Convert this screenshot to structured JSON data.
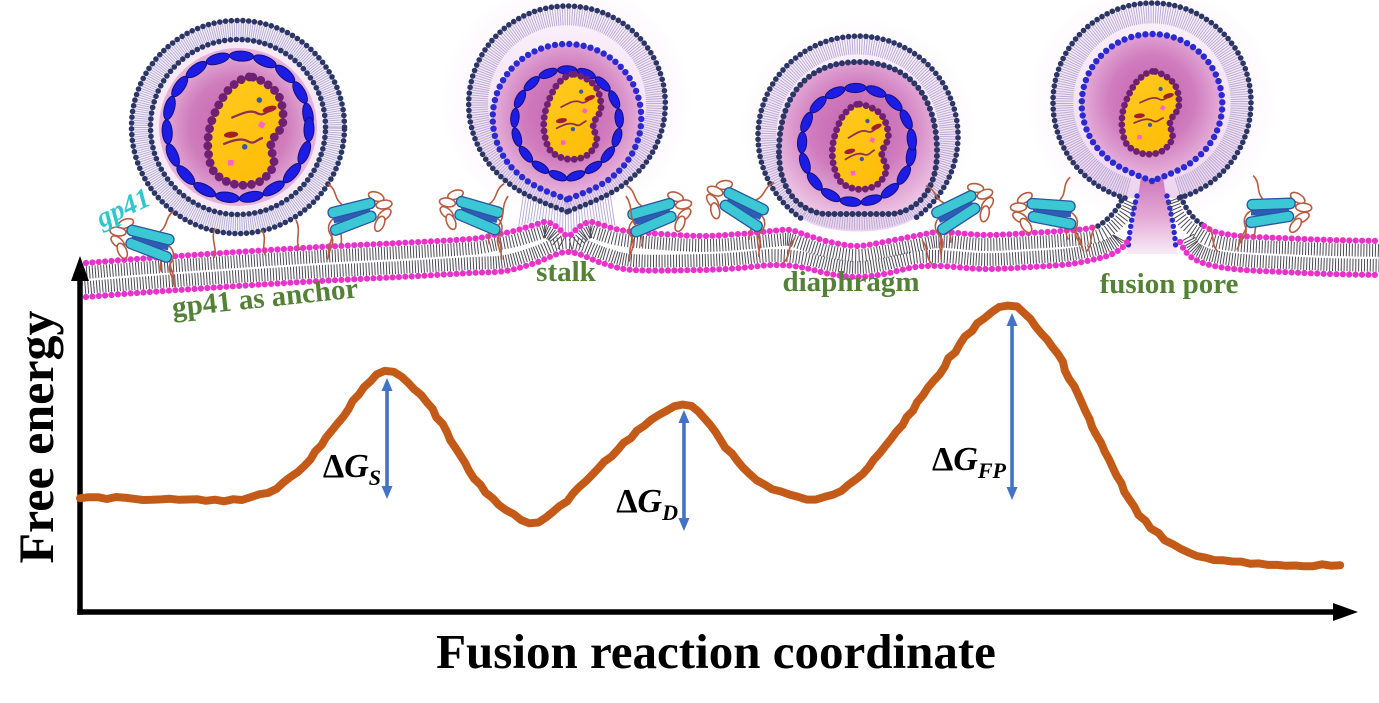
{
  "labels": {
    "gp41": "gp41",
    "gp41_anchor": "gp41 as anchor",
    "stalk": "stalk",
    "diaphragm": "diaphragm",
    "fusion_pore": "fusion pore"
  },
  "axes": {
    "x": "Fusion reaction coordinate",
    "y": "Free energy"
  },
  "annotations": {
    "dg_s": {
      "delta": "Δ",
      "g": "G",
      "sub": "S"
    },
    "dg_d": {
      "delta": "Δ",
      "g": "G",
      "sub": "D"
    },
    "dg_fp": {
      "delta": "Δ",
      "g": "G",
      "sub": "FP"
    }
  },
  "colors": {
    "curve": "#c45a18",
    "arrow": "#4472c4",
    "axis": "#000000",
    "green_label": "#538135",
    "cyan_label": "#2fc6cc",
    "magenta_head": "#e833cb",
    "navy_dot": "#2b3566",
    "blue_dot": "#2a2ad0",
    "blue_ellipse": "#1c1ce4",
    "blue_ellipse_stroke": "#10107a",
    "capsid_bead": "#6e2173",
    "capsid_fill": "#ffc40e",
    "membrane_tail": "#4b4957",
    "envelope_tail": "#b3a8d0",
    "gp41_teal": "#3bc7d4",
    "gp41_blue": "#2e5cb8",
    "gp41_strand": "#b85c40"
  },
  "chart_data": {
    "type": "line",
    "title": "",
    "xlabel": "Fusion reaction coordinate",
    "ylabel": "Free energy",
    "x": [
      0.0,
      0.0549,
      0.1176,
      0.1475,
      0.1725,
      0.1961,
      0.2212,
      0.2337,
      0.2416,
      0.2494,
      0.2604,
      0.2698,
      0.2792,
      0.2902,
      0.3059,
      0.3216,
      0.3373,
      0.3514,
      0.3647,
      0.3804,
      0.4,
      0.4196,
      0.4392,
      0.4549,
      0.4675,
      0.4753,
      0.4839,
      0.4941,
      0.5067,
      0.5208,
      0.5349,
      0.5506,
      0.5647,
      0.5765,
      0.5867,
      0.5984,
      0.6118,
      0.6275,
      0.6431,
      0.6588,
      0.6745,
      0.6886,
      0.702,
      0.7137,
      0.7239,
      0.7318,
      0.7404,
      0.7498,
      0.7592,
      0.7671,
      0.7765,
      0.7859,
      0.7961,
      0.8078,
      0.8196,
      0.8314,
      0.8408,
      0.851,
      0.8627,
      0.8769,
      0.8925,
      0.9098,
      0.9294,
      0.9529,
      0.9725,
      0.9922
    ],
    "y": [
      0.3267,
      0.321,
      0.3182,
      0.3409,
      0.4034,
      0.5114,
      0.6278,
      0.679,
      0.6847,
      0.6733,
      0.6364,
      0.608,
      0.5597,
      0.4943,
      0.3977,
      0.3267,
      0.2841,
      0.2528,
      0.2642,
      0.3125,
      0.3835,
      0.4545,
      0.5199,
      0.5625,
      0.5881,
      0.5909,
      0.5739,
      0.5312,
      0.4688,
      0.4091,
      0.3665,
      0.3381,
      0.3239,
      0.321,
      0.3295,
      0.3494,
      0.3892,
      0.4517,
      0.5256,
      0.6023,
      0.6818,
      0.7528,
      0.8097,
      0.8494,
      0.8665,
      0.8693,
      0.8523,
      0.8125,
      0.7699,
      0.7358,
      0.6619,
      0.5938,
      0.5142,
      0.4233,
      0.3409,
      0.2756,
      0.2386,
      0.2045,
      0.179,
      0.1591,
      0.1477,
      0.142,
      0.1364,
      0.1335,
      0.1335,
      0.1335
    ],
    "xlim": [
      0,
      1
    ],
    "ylim": [
      0,
      1
    ],
    "grid": false,
    "legend": false,
    "barriers": [
      {
        "name": "dg_s",
        "x": 0.2408,
        "y_top": 0.6648,
        "y_bottom": 0.321
      },
      {
        "name": "dg_d",
        "x": 0.4737,
        "y_top": 0.5739,
        "y_bottom": 0.2301
      },
      {
        "name": "dg_fp",
        "x": 0.731,
        "y_top": 0.8494,
        "y_bottom": 0.3182
      }
    ]
  }
}
